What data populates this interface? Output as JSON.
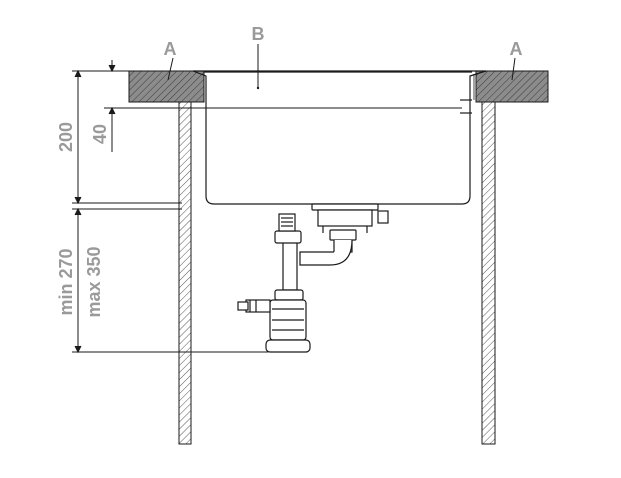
{
  "labels": {
    "a_left": "A",
    "a_right": "A",
    "b": "B"
  },
  "dimensions": {
    "d200": "200",
    "d40": "40",
    "min": "min 270",
    "max": "max 350"
  },
  "colors": {
    "line": "#1a1a1a",
    "label": "#9a9a9a",
    "countertop": "#8c8c8c"
  }
}
